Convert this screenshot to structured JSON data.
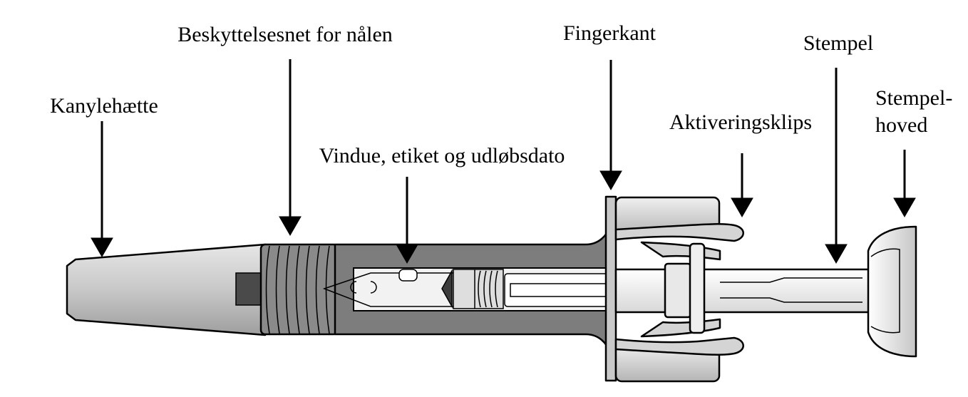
{
  "labels": {
    "needle_cap": "Kanylehætte",
    "needle_guard": "Beskyttelsesnet for nålen",
    "window": "Vindue, etiket og udløbsdato",
    "finger_flange": "Fingerkant",
    "activation_clips": "Aktiveringsklips",
    "plunger": "Stempel",
    "plunger_head_line1": "Stempel-",
    "plunger_head_line2": "hoved"
  },
  "colors": {
    "cap": "#bdbdbd",
    "cap_gradient_light": "#e6e6e6",
    "body_dark": "#7d7d7d",
    "window_light": "#f2f2f2",
    "stopper": "#3c3c3c",
    "arrow": "#000000"
  }
}
